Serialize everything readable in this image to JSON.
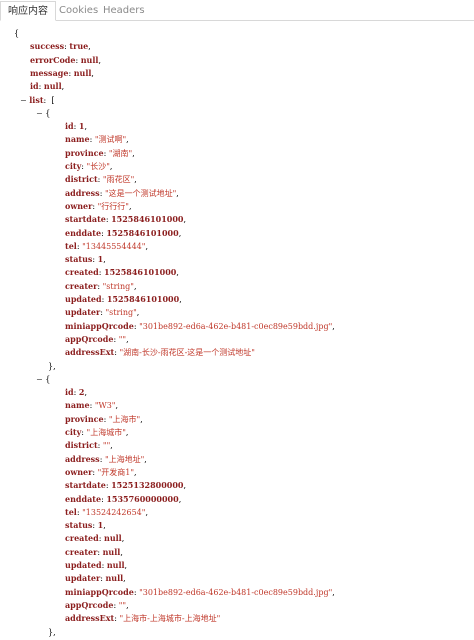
{
  "tabs": [
    {
      "label": "响应内容",
      "active": true
    },
    {
      "label": "Cookies",
      "active": false
    },
    {
      "label": "Headers",
      "active": false
    }
  ],
  "collapse_symbol": "−",
  "json_lines": [
    {
      "indent": 14,
      "text": "{"
    },
    {
      "indent": 30,
      "key": "success",
      "value": "true",
      "vtype": "n",
      "comma": true
    },
    {
      "indent": 30,
      "key": "errorCode",
      "value": "null",
      "vtype": "n",
      "comma": true
    },
    {
      "indent": 30,
      "key": "message",
      "value": "null",
      "vtype": "n",
      "comma": true
    },
    {
      "indent": 30,
      "key": "id",
      "value": "null",
      "vtype": "n",
      "comma": true
    },
    {
      "indent": 20,
      "toggle": true,
      "key": "list",
      "after": " ["
    },
    {
      "indent": 36,
      "toggle": true,
      "text": "{"
    },
    {
      "indent": 65,
      "key": "id",
      "value": "1",
      "vtype": "n",
      "comma": true
    },
    {
      "indent": 65,
      "key": "name",
      "value": "\"测试啊\"",
      "vtype": "s",
      "comma": true
    },
    {
      "indent": 65,
      "key": "province",
      "value": "\"湖南\"",
      "vtype": "s",
      "comma": true
    },
    {
      "indent": 65,
      "key": "city",
      "value": "\"长沙\"",
      "vtype": "s",
      "comma": true
    },
    {
      "indent": 65,
      "key": "district",
      "value": "\"雨花区\"",
      "vtype": "s",
      "comma": true
    },
    {
      "indent": 65,
      "key": "address",
      "value": "\"这是一个测试地址\"",
      "vtype": "s",
      "comma": true
    },
    {
      "indent": 65,
      "key": "owner",
      "value": "\"行行行\"",
      "vtype": "s",
      "comma": true
    },
    {
      "indent": 65,
      "key": "startdate",
      "value": "1525846101000",
      "vtype": "n",
      "comma": true
    },
    {
      "indent": 65,
      "key": "enddate",
      "value": "1525846101000",
      "vtype": "n",
      "comma": true
    },
    {
      "indent": 65,
      "key": "tel",
      "value": "\"13445554444\"",
      "vtype": "s",
      "comma": true
    },
    {
      "indent": 65,
      "key": "status",
      "value": "1",
      "vtype": "n",
      "comma": true
    },
    {
      "indent": 65,
      "key": "created",
      "value": "1525846101000",
      "vtype": "n",
      "comma": true
    },
    {
      "indent": 65,
      "key": "creater",
      "value": "\"string\"",
      "vtype": "s",
      "comma": true
    },
    {
      "indent": 65,
      "key": "updated",
      "value": "1525846101000",
      "vtype": "n",
      "comma": true
    },
    {
      "indent": 65,
      "key": "updater",
      "value": "\"string\"",
      "vtype": "s",
      "comma": true
    },
    {
      "indent": 65,
      "key": "miniappQrcode",
      "value": "\"301be892-ed6a-462e-b481-c0ec89e59bdd.jpg\"",
      "vtype": "s",
      "comma": true
    },
    {
      "indent": 65,
      "key": "appQrcode",
      "value": "\"\"",
      "vtype": "s",
      "comma": true
    },
    {
      "indent": 65,
      "key": "addressExt",
      "value": "\"湖南-长沙-雨花区-这是一个测试地址\"",
      "vtype": "s",
      "comma": false
    },
    {
      "indent": 48,
      "text": "},"
    },
    {
      "indent": 36,
      "toggle": true,
      "text": "{"
    },
    {
      "indent": 65,
      "key": "id",
      "value": "2",
      "vtype": "n",
      "comma": true
    },
    {
      "indent": 65,
      "key": "name",
      "value": "\"W3\"",
      "vtype": "s",
      "comma": true
    },
    {
      "indent": 65,
      "key": "province",
      "value": "\"上海市\"",
      "vtype": "s",
      "comma": true
    },
    {
      "indent": 65,
      "key": "city",
      "value": "\"上海城市\"",
      "vtype": "s",
      "comma": true
    },
    {
      "indent": 65,
      "key": "district",
      "value": "\"\"",
      "vtype": "s",
      "comma": true
    },
    {
      "indent": 65,
      "key": "address",
      "value": "\"上海地址\"",
      "vtype": "s",
      "comma": true
    },
    {
      "indent": 65,
      "key": "owner",
      "value": "\"开发商1\"",
      "vtype": "s",
      "comma": true
    },
    {
      "indent": 65,
      "key": "startdate",
      "value": "1525132800000",
      "vtype": "n",
      "comma": true
    },
    {
      "indent": 65,
      "key": "enddate",
      "value": "1535760000000",
      "vtype": "n",
      "comma": true
    },
    {
      "indent": 65,
      "key": "tel",
      "value": "\"13524242654\"",
      "vtype": "s",
      "comma": true
    },
    {
      "indent": 65,
      "key": "status",
      "value": "1",
      "vtype": "n",
      "comma": true
    },
    {
      "indent": 65,
      "key": "created",
      "value": "null",
      "vtype": "n",
      "comma": true
    },
    {
      "indent": 65,
      "key": "creater",
      "value": "null",
      "vtype": "n",
      "comma": true
    },
    {
      "indent": 65,
      "key": "updated",
      "value": "null",
      "vtype": "n",
      "comma": true
    },
    {
      "indent": 65,
      "key": "updater",
      "value": "null",
      "vtype": "n",
      "comma": true
    },
    {
      "indent": 65,
      "key": "miniappQrcode",
      "value": "\"301be892-ed6a-462e-b481-c0ec89e59bdd.jpg\"",
      "vtype": "s",
      "comma": true
    },
    {
      "indent": 65,
      "key": "appQrcode",
      "value": "\"\"",
      "vtype": "s",
      "comma": true
    },
    {
      "indent": 65,
      "key": "addressExt",
      "value": "\"上海市-上海城市-上海地址\"",
      "vtype": "s",
      "comma": false
    },
    {
      "indent": 48,
      "text": "},"
    }
  ]
}
